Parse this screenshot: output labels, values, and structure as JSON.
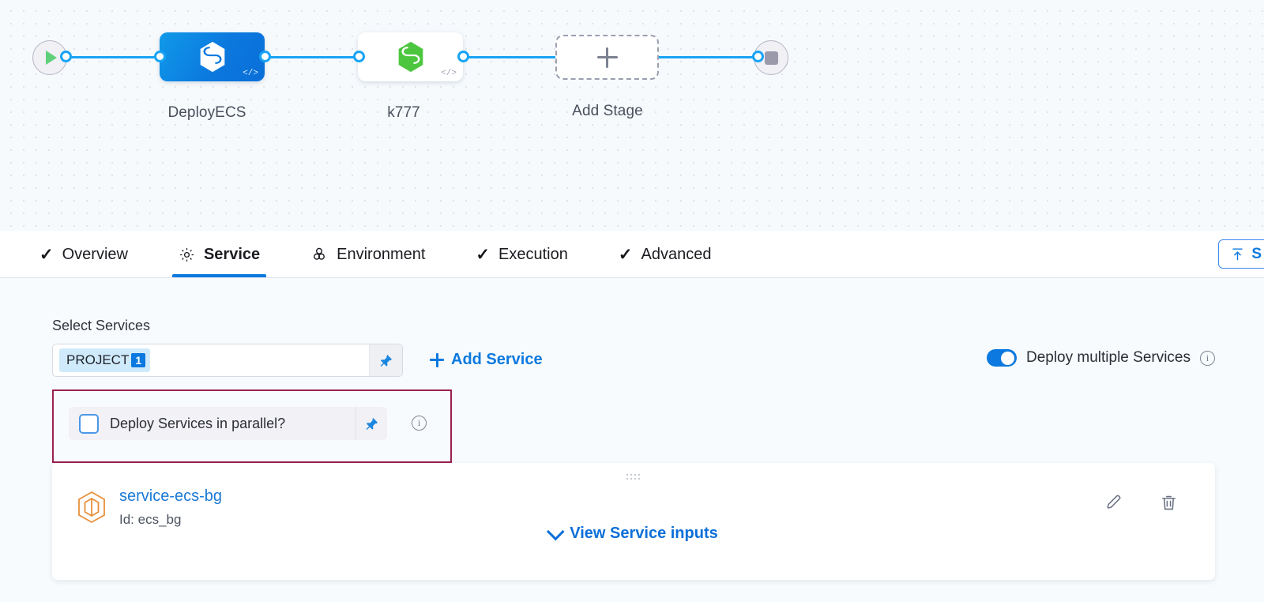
{
  "pipeline": {
    "start_node": "start-play",
    "end_node": "stop",
    "stages": [
      {
        "name": "DeployECS",
        "kind": "deploy",
        "icon": "harness-hexagon-icon",
        "selected": true,
        "code_badge": "</>"
      },
      {
        "name": "k777",
        "kind": "deploy",
        "icon": "harness-hexagon-icon",
        "selected": false,
        "code_badge": "</>"
      }
    ],
    "add_stage_label": "Add Stage",
    "colors": {
      "edge": "#18a3f5",
      "selected_stage": "#0b79df",
      "stage_icon_green": "#4cc63e"
    }
  },
  "tabbar": {
    "tabs": [
      {
        "label": "Overview",
        "icon": "check-icon",
        "active": false
      },
      {
        "label": "Service",
        "icon": "gear-icon",
        "active": true
      },
      {
        "label": "Environment",
        "icon": "environment-icon",
        "active": false
      },
      {
        "label": "Execution",
        "icon": "check-icon",
        "active": false
      },
      {
        "label": "Advanced",
        "icon": "check-icon",
        "active": false
      }
    ],
    "save_button": {
      "label": "S",
      "icon": "save-template-icon"
    },
    "active_color": "#0b79df"
  },
  "service_panel": {
    "select_services_label": "Select Services",
    "services_field": {
      "chip_label": "PROJECT",
      "chip_count": "1",
      "pin_icon": "pushpin-icon"
    },
    "add_service_label": "Add Service",
    "deploy_multiple": {
      "label": "Deploy multiple Services",
      "enabled": true,
      "info_icon": "info-icon"
    },
    "parallel": {
      "label": "Deploy Services in parallel?",
      "checked": false,
      "pin_icon": "pushpin-icon",
      "info_icon": "info-icon",
      "highlight_color": "#9c2150"
    },
    "service_card": {
      "name": "service-ecs-bg",
      "id_label": "Id: ecs_bg",
      "icon": "aws-hexagon-icon",
      "view_inputs_label": "View Service inputs",
      "edit_icon": "pencil-icon",
      "delete_icon": "trash-icon",
      "drag_icon": "drag-handle-icon"
    }
  }
}
